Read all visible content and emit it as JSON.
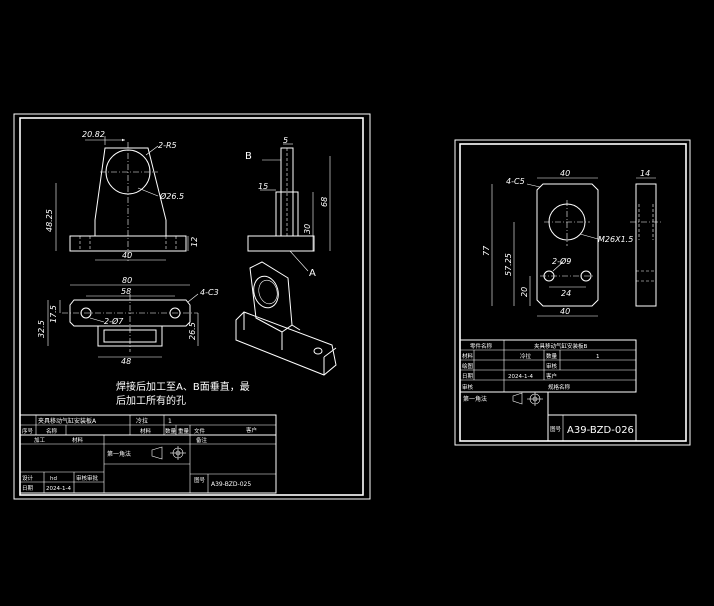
{
  "sheet_a": {
    "dims": {
      "top_width": "20.82",
      "fillet": "2-R5",
      "bore": "Ø26.5",
      "height": "48.25",
      "base_width": "40",
      "base_h": "12",
      "side_5": "5",
      "side_15": "15",
      "side_30": "30",
      "side_68": "68",
      "label_b": "B",
      "label_a": "A",
      "plan_80": "80",
      "plan_58": "58",
      "chamfer": "4-C3",
      "holes": "2-Ø7",
      "plan_48": "48",
      "plan_32_5": "32.5",
      "plan_17_5": "17.5",
      "plan_26_5": "26.5"
    },
    "note_line1": "焊接后加工至A、B面垂直，最",
    "note_line2": "后加工所有的孔",
    "title_block": {
      "part_name": "夹具移动气缸安装板A",
      "process": "冷拉",
      "qty": "1",
      "h_seq": "序号",
      "h_name": "名称",
      "h_material": "材料",
      "h_count": "数量",
      "h_weight": "重量",
      "h_file": "文件",
      "h_customer": "客户",
      "h_process": "加工",
      "h_spec": "备注",
      "first_angle": "第一角法",
      "designer_label": "设计",
      "designer_value": "hd",
      "date_label": "日期",
      "date_value": "2024-1-4",
      "review_label": "审核审批",
      "drawing_no_label": "图号",
      "drawing_no": "A39-BZD-025"
    }
  },
  "sheet_b": {
    "dims": {
      "chamfer": "4-C5",
      "top_40": "40",
      "thickness": "14",
      "thread": "M26X1.5",
      "height": "77",
      "center": "57.25",
      "holes": "2-Ø9",
      "hole_h": "20",
      "hole_sp": "24",
      "bottom_40": "40"
    },
    "title_block": {
      "part_label": "零件名称",
      "part_name": "夹具移动气缸安装板B",
      "material_label": "材料",
      "material": "冷拉",
      "qty_label": "数量",
      "qty": "1",
      "drawer_label": "绘图",
      "check_label": "审核",
      "date_label": "日期",
      "date": "2024-1-4",
      "client_label": "客户",
      "approve_label": "审核",
      "spec_label": "规格名称",
      "first_angle": "第一角法",
      "drawing_no_label": "图号",
      "drawing_no": "A39-BZD-026"
    }
  }
}
